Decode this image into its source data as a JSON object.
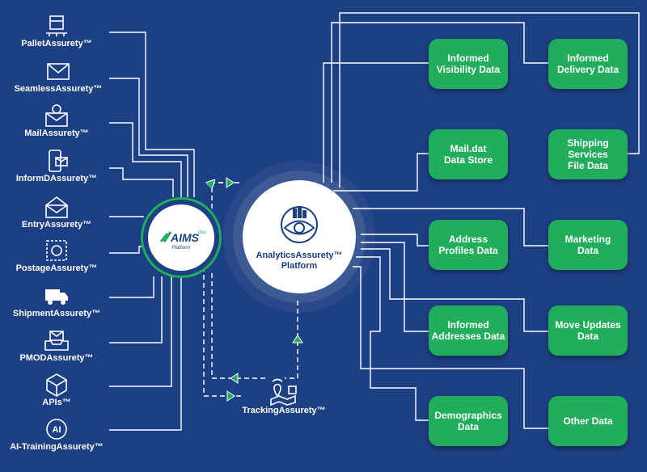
{
  "products": [
    {
      "label": "PalletAssurety™",
      "icon": "pallet-box-icon"
    },
    {
      "label": "SeamlessAssurety™",
      "icon": "envelope-icon"
    },
    {
      "label": "MailAssurety™",
      "icon": "mail-gear-icon"
    },
    {
      "label": "InformDAssurety™",
      "icon": "phone-mail-icon"
    },
    {
      "label": "EntryAssurety™",
      "icon": "envelope-entry-icon"
    },
    {
      "label": "PostageAssurety™",
      "icon": "postage-stamp-icon"
    },
    {
      "label": "ShipmentAssurety™",
      "icon": "truck-icon"
    },
    {
      "label": "PMODAssurety™",
      "icon": "mail-tray-icon"
    },
    {
      "label": "APIs™",
      "icon": "cube-icon"
    },
    {
      "label": "AI-TrainingAssurety™",
      "icon": "ai-chip-icon"
    }
  ],
  "aims_hub": {
    "logo_text": "AIMS",
    "logo_sup": "plus",
    "subtitle": "Platform"
  },
  "analytics_hub": {
    "label": "AnalyticsAssurety™\nPlatform",
    "icon": "analytics-eye-icon"
  },
  "tracking": {
    "label": "TrackingAssurety™",
    "icon": "tracking-location-icon"
  },
  "data_boxes": [
    {
      "label": "Informed\nVisibility Data"
    },
    {
      "label": "Informed\nDelivery Data"
    },
    {
      "label": "Mail.dat\nData Store"
    },
    {
      "label": "Shipping\nServices\nFile Data"
    },
    {
      "label": "Address\nProfiles Data"
    },
    {
      "label": "Marketing\nData"
    },
    {
      "label": "Informed\nAddresses Data"
    },
    {
      "label": "Move Updates\nData"
    },
    {
      "label": "Demographics\nData"
    },
    {
      "label": "Other Data"
    }
  ],
  "colors": {
    "background": "#1d3f83",
    "box_green": "#22ad5c",
    "accent_green": "#22ad5c",
    "hub_white": "#ffffff",
    "line_white": "#ffffff"
  }
}
